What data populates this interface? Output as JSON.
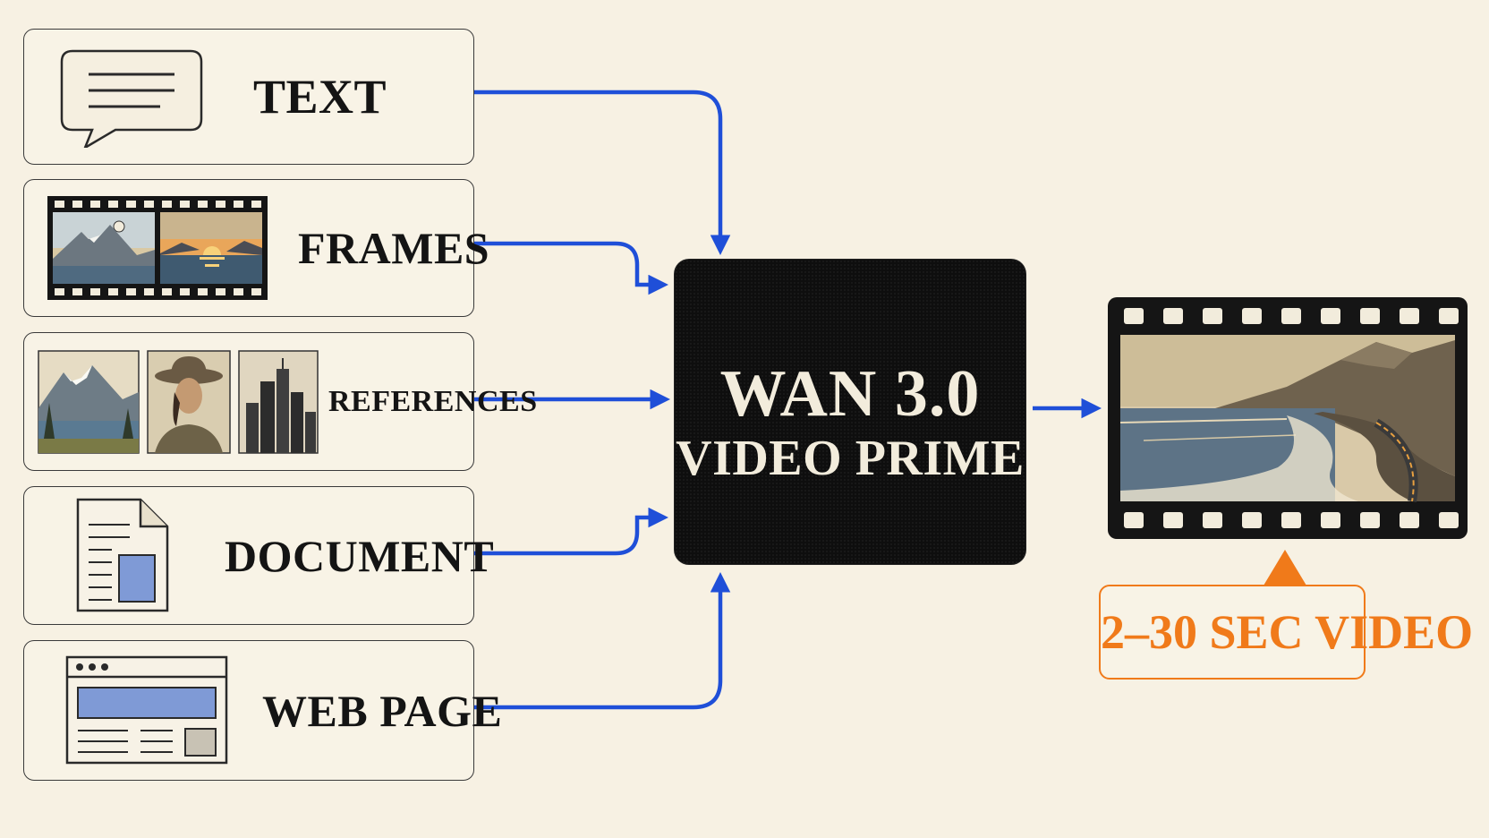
{
  "inputs": [
    {
      "label": "TEXT",
      "icon": "speech-bubble-icon"
    },
    {
      "label": "FRAMES",
      "icon": "film-strip-icon"
    },
    {
      "label": "REFERENCES",
      "icon": "reference-images-icon"
    },
    {
      "label": "DOCUMENT",
      "icon": "document-icon"
    },
    {
      "label": "WEB PAGE",
      "icon": "web-page-icon"
    }
  ],
  "model": {
    "title": "WAN 3.0",
    "subtitle": "VIDEO PRIME"
  },
  "output": {
    "label": "2–30 SEC VIDEO",
    "icon": "video-film-icon"
  },
  "colors": {
    "background": "#f7f1e3",
    "arrow": "#1f4fd8",
    "model_box": "#0e0e0e",
    "output_accent": "#f07a1a"
  }
}
